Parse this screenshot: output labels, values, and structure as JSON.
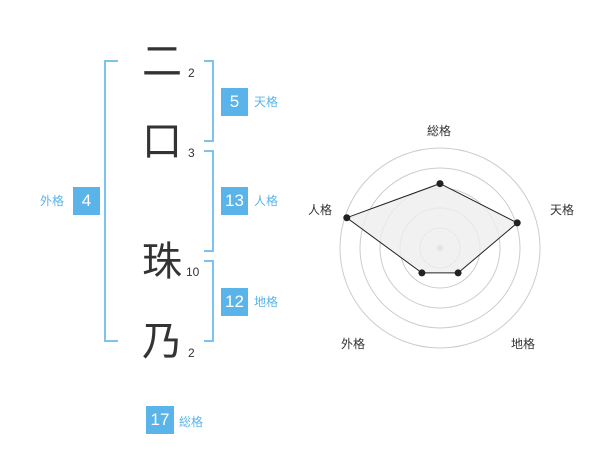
{
  "name": {
    "chars": [
      {
        "char": "二",
        "strokes": "2"
      },
      {
        "char": "口",
        "strokes": "3"
      },
      {
        "char": "珠",
        "strokes": "10"
      },
      {
        "char": "乃",
        "strokes": "2"
      }
    ]
  },
  "fortune": {
    "ten": {
      "value": "5",
      "label": "天格"
    },
    "jin": {
      "value": "13",
      "label": "人格"
    },
    "chi": {
      "value": "12",
      "label": "地格"
    },
    "gai": {
      "value": "4",
      "label": "外格"
    },
    "sou": {
      "value": "17",
      "label": "総格"
    }
  },
  "radar": {
    "axes": [
      "総格",
      "天格",
      "地格",
      "外格",
      "人格"
    ],
    "values": [
      3,
      4,
      1,
      1,
      5
    ],
    "max": 5,
    "colors": {
      "accent": "#5ab4ea",
      "bracket": "#7cc3ee",
      "grid": "#cccccc",
      "fill": "#eeeeee",
      "line": "#222222"
    }
  }
}
